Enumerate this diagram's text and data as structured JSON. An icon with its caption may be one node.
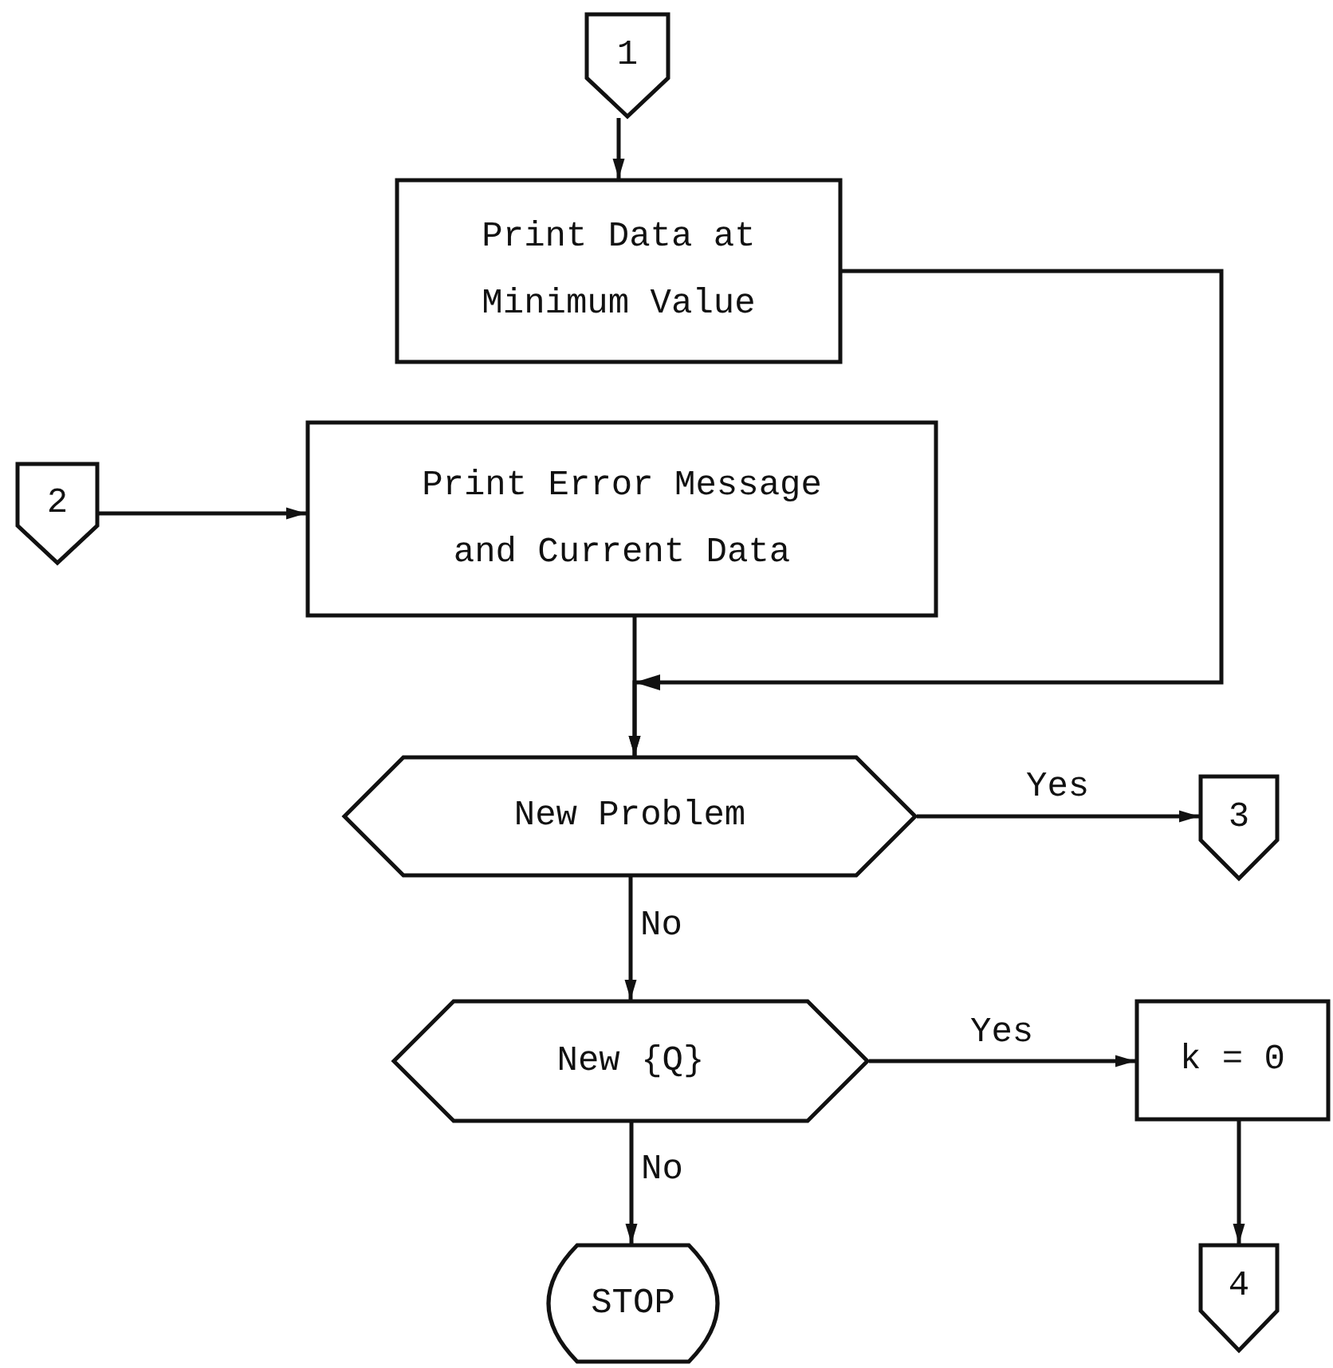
{
  "diagram": {
    "nodes": [
      {
        "text": [
          "1"
        ]
      },
      {
        "text": [
          "Print Data at Minimum Value"
        ]
      },
      {
        "text": [
          "2"
        ]
      },
      {
        "text": [
          "Print Error Message and Current Data"
        ]
      },
      {
        "text": [
          "New Problem"
        ]
      },
      {
        "text": [
          "3"
        ]
      },
      {
        "text": [
          "New {Q}"
        ]
      },
      {
        "text": [
          "k = 0"
        ]
      },
      {
        "text": [
          "STOP"
        ]
      },
      {
        "text": [
          "4"
        ]
      }
    ],
    "edges": [
      {
        "from": 0,
        "to": 1,
        "arrow": "to"
      },
      {
        "from": 2,
        "to": 3,
        "arrow": "to"
      },
      {
        "from": 3,
        "to": 4,
        "arrow": "to"
      },
      {
        "from": 1,
        "to": 4,
        "arrow": "to"
      },
      {
        "from": 4,
        "to": 5,
        "arrow": "to",
        "label": "Yes"
      },
      {
        "from": 4,
        "to": 6,
        "arrow": "to",
        "label": "No"
      },
      {
        "from": 6,
        "to": 7,
        "arrow": "to",
        "label": "Yes"
      },
      {
        "from": 6,
        "to": 8,
        "arrow": "to",
        "label": "No"
      },
      {
        "from": 7,
        "to": 9,
        "arrow": "to"
      }
    ]
  }
}
